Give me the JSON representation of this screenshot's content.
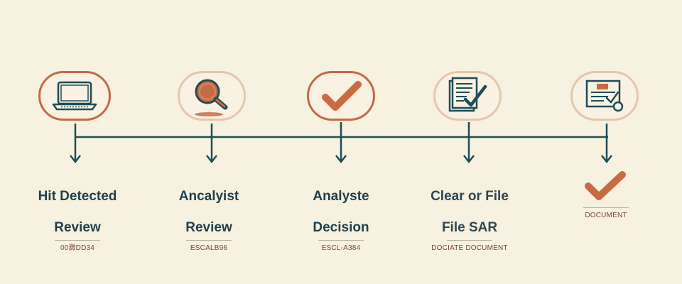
{
  "flow": {
    "steps": [
      {
        "id": "hit",
        "title_line1": "Hit Detected",
        "title_line2": "Review",
        "caption": "00㵟DD34",
        "icon": "laptop-icon"
      },
      {
        "id": "review",
        "title_line1": "Ancalyist",
        "title_line2": "Review",
        "caption": "ESCALB96",
        "icon": "magnifier-icon"
      },
      {
        "id": "decision",
        "title_line1": "Analyste",
        "title_line2": "Decision",
        "caption": "ESCL-A384",
        "icon": "checkmark-icon"
      },
      {
        "id": "clear",
        "title_line1": "Clear or File",
        "title_line2": "File SAR",
        "caption": "DOCIATE DOCUMENT",
        "icon": "document-check-icon"
      },
      {
        "id": "document",
        "title_line1": "",
        "title_line2": "",
        "caption": "DOCUMENT",
        "icon": "form-icon"
      }
    ]
  },
  "colors": {
    "background": "#f7f1df",
    "accent_orange": "#c46a45",
    "dark_teal": "#1d4d57",
    "text_dark": "#1f3f4b"
  }
}
